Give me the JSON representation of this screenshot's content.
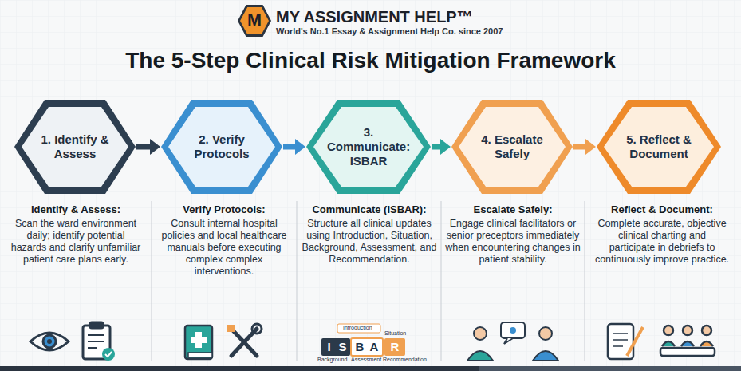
{
  "diagram": {
    "title": "The 5-Step Clinical Risk Mitigation Framework",
    "nodes": [
      {
        "text": [
          "M"
        ]
      },
      {
        "text": [
          "1. Identify & Assess"
        ]
      },
      {
        "text": [
          "2. Verify Protocols"
        ]
      },
      {
        "text": [
          "3. Communicate: ISBAR"
        ]
      },
      {
        "text": [
          "4. Escalate Safely"
        ]
      },
      {
        "text": [
          "5. Reflect & Document"
        ]
      }
    ],
    "edges": [
      {
        "from": 1,
        "to": 2,
        "arrow": "to"
      },
      {
        "from": 2,
        "to": 3,
        "arrow": "to"
      },
      {
        "from": 3,
        "to": 4,
        "arrow": "to"
      },
      {
        "from": 4,
        "to": 5,
        "arrow": "to"
      }
    ],
    "labels": [
      "MY ASSIGNMENT HELP™",
      "World's No.1 Essay & Assignment Help Co. since 2007",
      "Identify & Assess:",
      "Scan the ward environment daily; identify potential hazards and clarify unfamiliar patient care plans early.",
      "Verify Protocols:",
      "Consult internal hospital policies and local healthcare manuals before executing complex complex interventions.",
      "Communicate (ISBAR):",
      "Structure all clinical updates using Introduction, Situation, Background, Assessment, and Recommendation.",
      "Escalate Safely:",
      "Engage clinical facilitators or senior preceptors immediately when encountering changes in patient stability.",
      "Reflect & Document:",
      "Complete accurate, objective clinical charting and participate in debriefs to continuously improve practice.",
      "I",
      "S",
      "B",
      "A",
      "R",
      "Introduction",
      "Situation",
      "Background",
      "Assessment",
      "Recommendation"
    ]
  }
}
